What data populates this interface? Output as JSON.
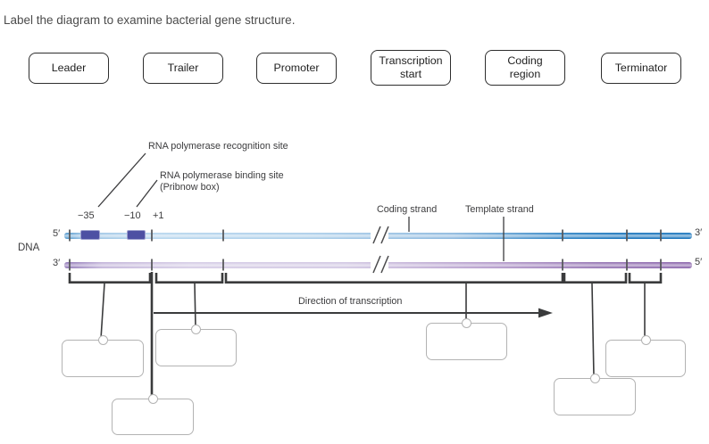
{
  "title": "Label the diagram to examine bacterial gene structure.",
  "chips": [
    {
      "id": "leader",
      "label": "Leader"
    },
    {
      "id": "trailer",
      "label": "Trailer"
    },
    {
      "id": "promoter",
      "label": "Promoter"
    },
    {
      "id": "transcription-start",
      "label": "Transcription start"
    },
    {
      "id": "coding-region",
      "label": "Coding region"
    },
    {
      "id": "terminator",
      "label": "Terminator"
    }
  ],
  "diagram": {
    "labels": {
      "recognition_site": "RNA polymerase recognition site",
      "binding_site": "RNA polymerase binding site",
      "binding_site_sub": "(Pribnow box)",
      "minus35": "−35",
      "minus10": "−10",
      "plus1": "+1",
      "coding_strand": "Coding strand",
      "template_strand": "Template strand",
      "dna": "DNA",
      "five_prime_left": "5′",
      "three_prime_left": "3′",
      "three_prime_right": "3′",
      "five_prime_right": "5′",
      "direction": "Direction of transcription"
    },
    "colors": {
      "coding_strand_blue": "#1b76bd",
      "coding_strand_light": "#b7d6ee",
      "template_strand_purple": "#8d68ad",
      "template_strand_light": "#d6cde6",
      "promoter_element_indigo": "#4d50a3",
      "line_dark": "#3a3b3c"
    },
    "drop_target_count": 6
  }
}
